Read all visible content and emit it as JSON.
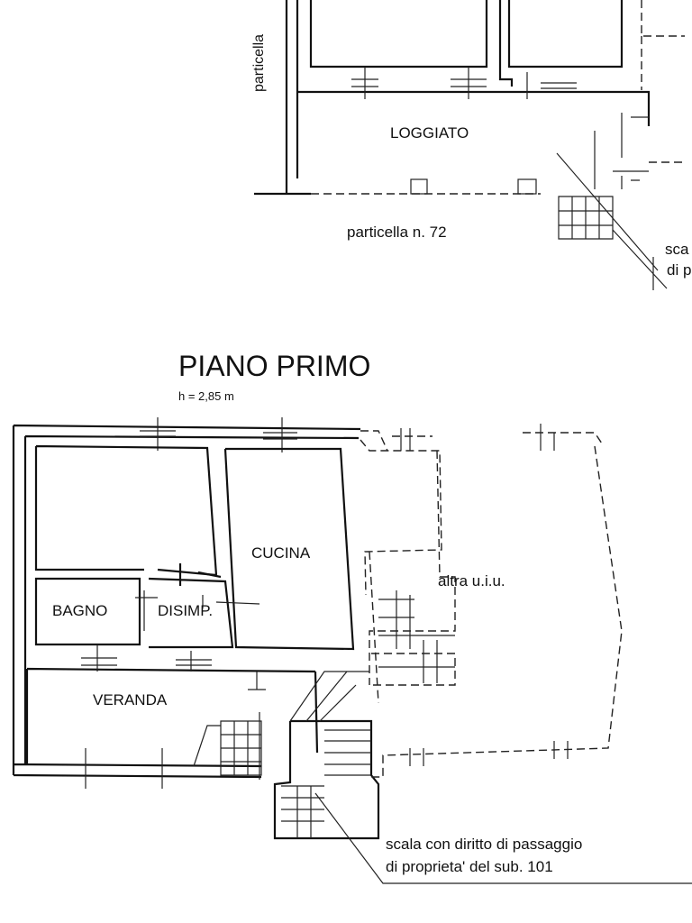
{
  "upper_plan": {
    "side_label": "particella",
    "room_loggiato": "LOGGIATO",
    "parcel_label": "particella n. 72",
    "stair_note_line1": "sca",
    "stair_note_line2": "di p"
  },
  "floor": {
    "title": "PIANO PRIMO",
    "height_note": "h = 2,85 m"
  },
  "rooms": {
    "cucina": "CUCINA",
    "bagno": "BAGNO",
    "disimpegno": "DISIMP.",
    "veranda": "VERANDA",
    "other_unit": "altra u.i.u."
  },
  "stair_note": {
    "line1": "scala con diritto di passaggio",
    "line2": "di proprieta' del sub. 101"
  }
}
